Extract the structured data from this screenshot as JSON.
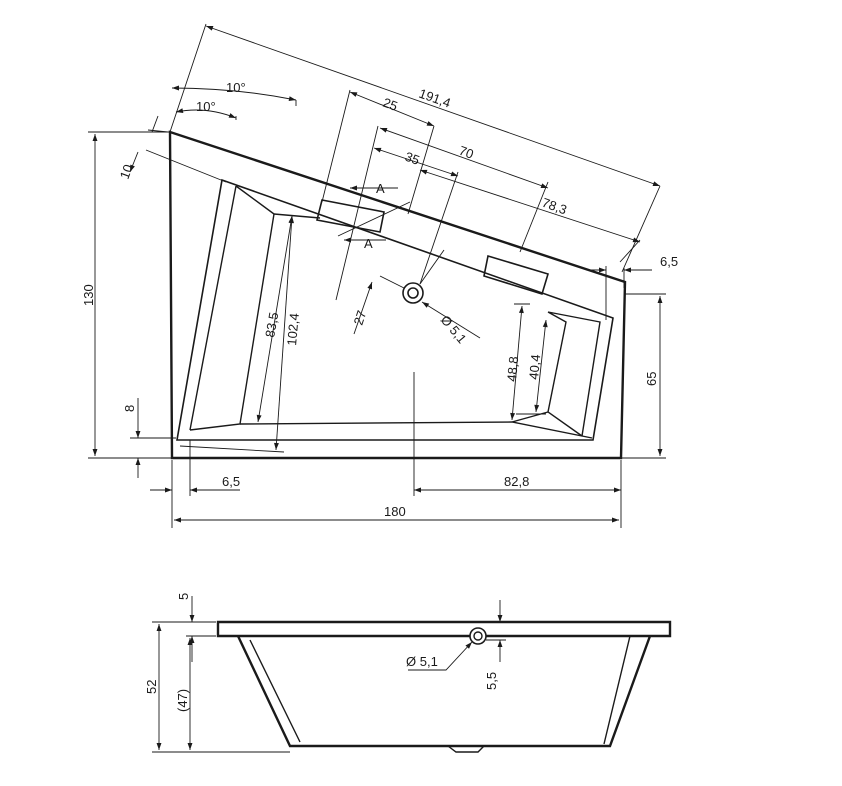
{
  "plan_view": {
    "dimensions": {
      "angle_outer": "10°",
      "angle_inner": "10°",
      "diagonal_length": "191,4",
      "offset_25": "25",
      "offset_35": "35",
      "length_70": "70",
      "length_78_3": "78,3",
      "rim_6_5_right": "6,5",
      "rim_10": "10",
      "height_130": "130",
      "inner_83_5": "83,5",
      "inner_102_4": "102,4",
      "drain_offset_27": "27",
      "drain_diameter": "Ø 5,1",
      "inner_48_8": "48,8",
      "inner_40_4": "40,4",
      "height_65": "65",
      "rim_8": "8",
      "rim_6_5_bottom": "6,5",
      "length_82_8": "82,8",
      "width_180": "180"
    },
    "section_markers": [
      "A",
      "A"
    ]
  },
  "side_view": {
    "dimensions": {
      "rim_5": "5",
      "height_52": "52",
      "height_47": "(47)",
      "overflow_diameter": "Ø 5,1",
      "overflow_offset": "5,5"
    }
  }
}
